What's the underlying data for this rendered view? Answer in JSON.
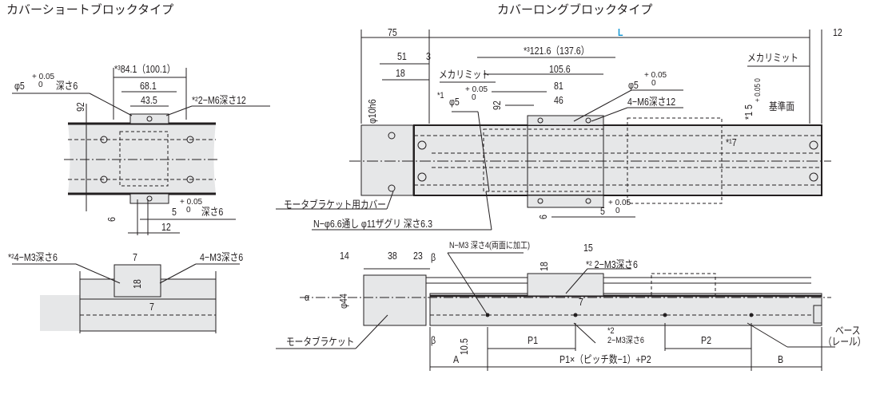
{
  "titles": {
    "short_block": "カバーショートブロックタイプ",
    "long_block": "カバーロングブロックタイプ"
  },
  "short_view": {
    "dim_84": "*³84.1（100.1）",
    "phi5": "φ5",
    "tol_plus": "+ 0.05",
    "tol_zero": "0",
    "depth6": "深さ6",
    "dim_68": "68.1",
    "dim_43": "43.5",
    "m6": "*²2−M6深さ12",
    "dim_92": "92",
    "pin5": "5",
    "pin_tol_plus": "+ 0.05",
    "pin_tol_zero": "0",
    "pin_depth": "深さ6",
    "dim_6": "6",
    "dim_12": "12"
  },
  "short_side": {
    "m3_left": "*²4−M3深さ6",
    "dim_7_top": "7",
    "m3_right": "4−M3深さ6",
    "dim_18": "18",
    "dim_7_bottom": "7"
  },
  "long_view": {
    "dim_75": "75",
    "dim_L": "L",
    "dim_12": "12",
    "dim_51": "51",
    "dim_3": "3",
    "dim_18": "18",
    "mech_limit_left": "メカリミット",
    "mech_limit_right": "メカリミット",
    "dim_121": "*³121.6（137.6）",
    "dim_105": "105.6",
    "dim_81": "81",
    "dim_46": "46",
    "phi5_right": "φ5",
    "phi5_right_plus": "+ 0.05",
    "phi5_right_zero": "0",
    "m6": "4−M6深さ12",
    "phi5_left_note": "*1",
    "phi5_left": "φ5",
    "phi5_left_plus": "+ 0.05",
    "phi5_left_zero": "0",
    "dim_92": "92",
    "phi10": "φ10h6",
    "ref5": "*1 5",
    "ref5_tol": "+ 0.05  0",
    "ref_surface": "基準面",
    "dim_7": "*¹7",
    "motor_cover": "モータブラケット用カバー",
    "through_hole": "N−φ6.6通し φ11ザグリ 深さ6.3",
    "pin5": "5",
    "pin5_plus": "+ 0.05",
    "pin5_zero": "0",
    "dim_6": "6"
  },
  "long_side": {
    "dim_14": "14",
    "dim_38": "38",
    "dim_23": "23",
    "beta_top": "β",
    "n_m3": "N−M3 深さ4(両面に加工)",
    "dim_15": "15",
    "dim_18": "18",
    "m3_top": "*² 2−M3深さ6",
    "alpha": "α",
    "phi44": "φ44",
    "dim_7": "7",
    "dim_10_5": "10.5",
    "beta_bottom": "β",
    "m3_bottom_note": "*2",
    "m3_bottom": "2−M3深さ6",
    "motor_bracket": "モータブラケット",
    "p1": "P1",
    "p2": "P2",
    "base": "ベース",
    "rail": "（レール）",
    "dim_A": "A",
    "pitch_formula": "P1×（ピッチ数−1）+P2",
    "dim_B": "B"
  },
  "colors": {
    "accent": "#1a9ad6",
    "body": "#e6e7e8",
    "line": "#231f20"
  }
}
